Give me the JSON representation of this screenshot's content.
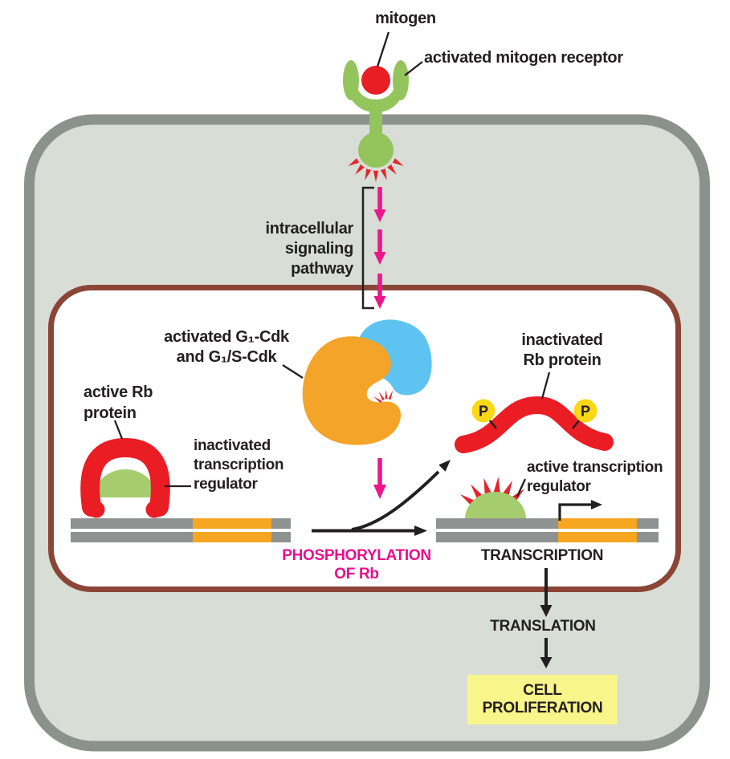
{
  "colors": {
    "bg": "#ffffff",
    "cytoplasm": "#d8ddd5",
    "cell_border": "#8b928e",
    "nucleus_fill": "#ffffff",
    "nucleus_border": "#8b4536",
    "receptor_green": "#94c45c",
    "mitogen_red": "#e81e25",
    "spike_red": "#e2262d",
    "magenta": "#ec168d",
    "magenta_text": "#ea0d8c",
    "orange": "#f4a428",
    "blue": "#5ec3f0",
    "rb_red": "#ea1d25",
    "regulator_green": "#a6cd6d",
    "dna_gray": "#8e9290",
    "dna_orange": "#f6a621",
    "p_yellow": "#fbd716",
    "box_yellow": "#f8f58a",
    "text": "#231f20"
  },
  "labels": {
    "mitogen": "mitogen",
    "receptor": "activated mitogen receptor",
    "signaling": [
      "intracellular",
      "signaling",
      "pathway"
    ],
    "cdk": [
      "activated G₁-Cdk",
      "and G₁/S-Cdk"
    ],
    "active_rb": [
      "active Rb",
      "protein"
    ],
    "inactive_regulator": [
      "inactivated",
      "transcription",
      "regulator"
    ],
    "inactive_rb": [
      "inactivated",
      "Rb protein"
    ],
    "active_regulator": [
      "active transcription",
      "regulator"
    ],
    "phosphorylation": [
      "PHOSPHORYLATION",
      "OF Rb"
    ],
    "transcription": "TRANSCRIPTION",
    "translation": "TRANSLATION",
    "proliferation": [
      "CELL",
      "PROLIFERATION"
    ],
    "phosphate": "P"
  }
}
